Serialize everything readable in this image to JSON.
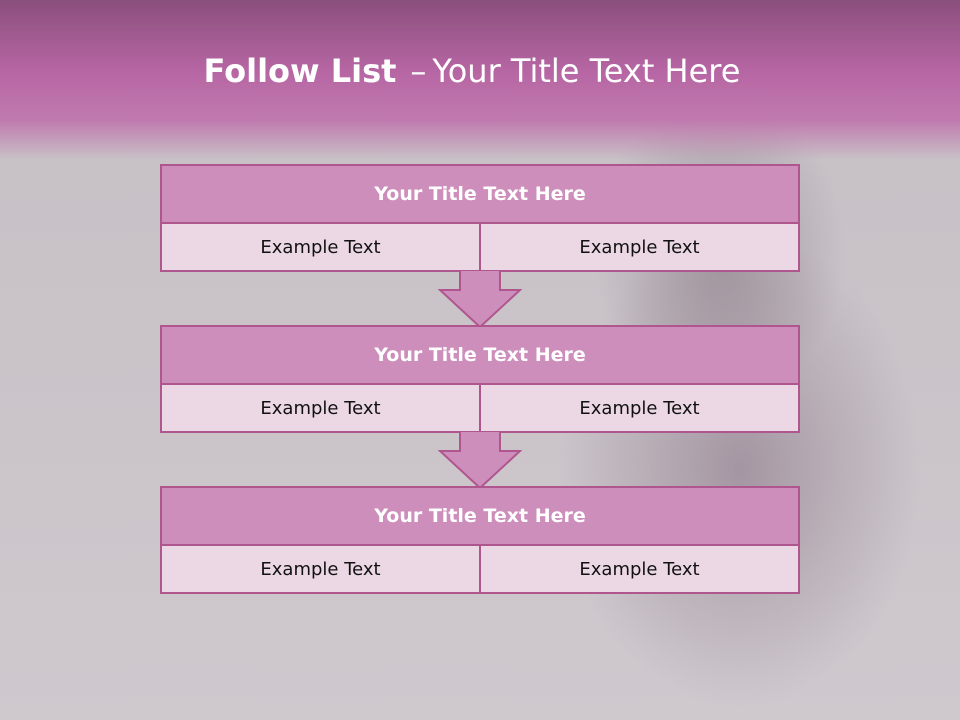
{
  "slide": {
    "title_bold": "Follow List",
    "title_dash": "–",
    "title_rest": "Your Title Text Here"
  },
  "steps": [
    {
      "title": "Your Title Text Here",
      "left": "Example Text",
      "right": "Example Text"
    },
    {
      "title": "Your Title Text Here",
      "left": "Example Text",
      "right": "Example Text"
    },
    {
      "title": "Your Title Text Here",
      "left": "Example Text",
      "right": "Example Text"
    }
  ],
  "colors": {
    "accent": "#b0568f",
    "header_fill": "#cd8ebb",
    "cell_fill": "#ecd8e4",
    "arrow_fill": "#cd8ebb"
  }
}
